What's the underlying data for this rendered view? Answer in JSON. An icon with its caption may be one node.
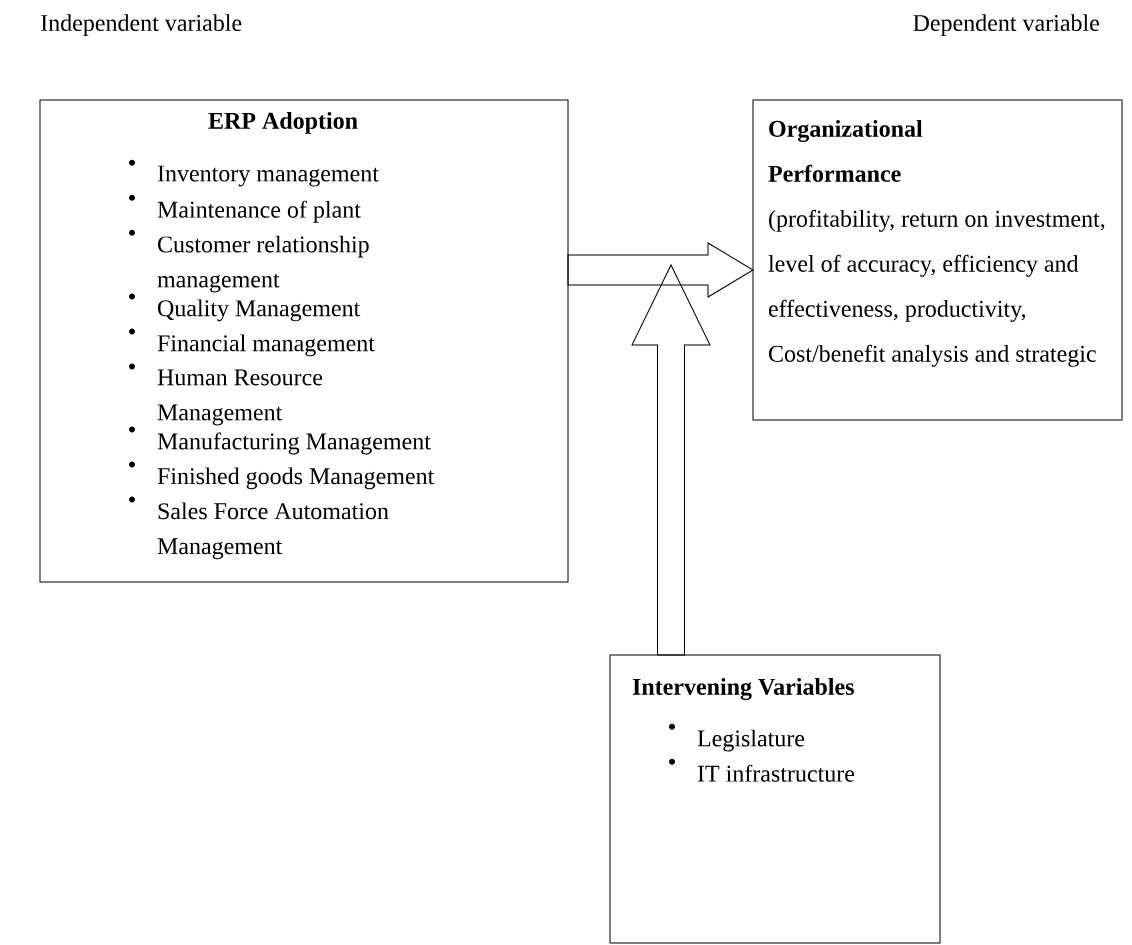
{
  "diagram": {
    "nodes": [
      {
        "text": [
          "ERP Adoption",
          "Inventory management",
          "Maintenance of plant",
          "Customer relationship management",
          "Quality Management",
          "Financial management",
          "Human Resource Management",
          "Manufacturing Management",
          "Finished  goods Management",
          "Sales Force Automation Management"
        ]
      },
      {
        "text": [
          "Organizational Performance",
          "(profitability, return on investment, level of accuracy, efficiency and effectiveness, productivity, Cost/benefit analysis and strategic"
        ]
      },
      {
        "text": [
          "Intervening Variables",
          "Legislature",
          "IT infrastructure"
        ]
      }
    ],
    "edges": [
      {
        "from": 0,
        "to": 1,
        "arrow": "to"
      },
      {
        "from": 2,
        "to": null,
        "arrow": "to"
      }
    ],
    "labels": [
      "Independent variable",
      "Dependent variable"
    ]
  }
}
